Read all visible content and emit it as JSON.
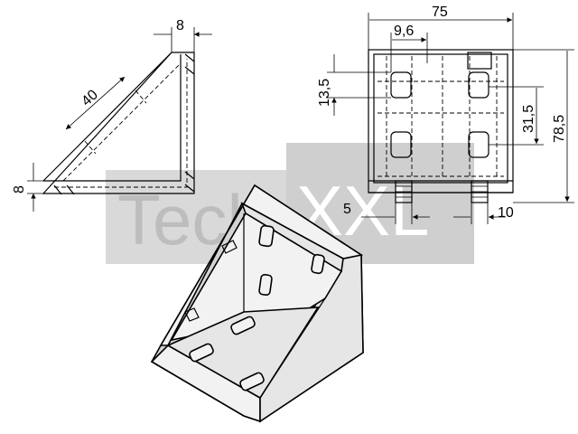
{
  "watermark": {
    "left_text": "Tech",
    "right_text": "XXL"
  },
  "dimensions": {
    "side_view": {
      "thickness_top": "8",
      "diagonal": "40",
      "thickness_left": "8"
    },
    "front_view": {
      "width": "75",
      "slot_width": "9,6",
      "slot_pitch_v": "13,5",
      "slot_spacing": "31,5",
      "height": "78,5",
      "offset": "5",
      "nut_width": "10"
    }
  }
}
